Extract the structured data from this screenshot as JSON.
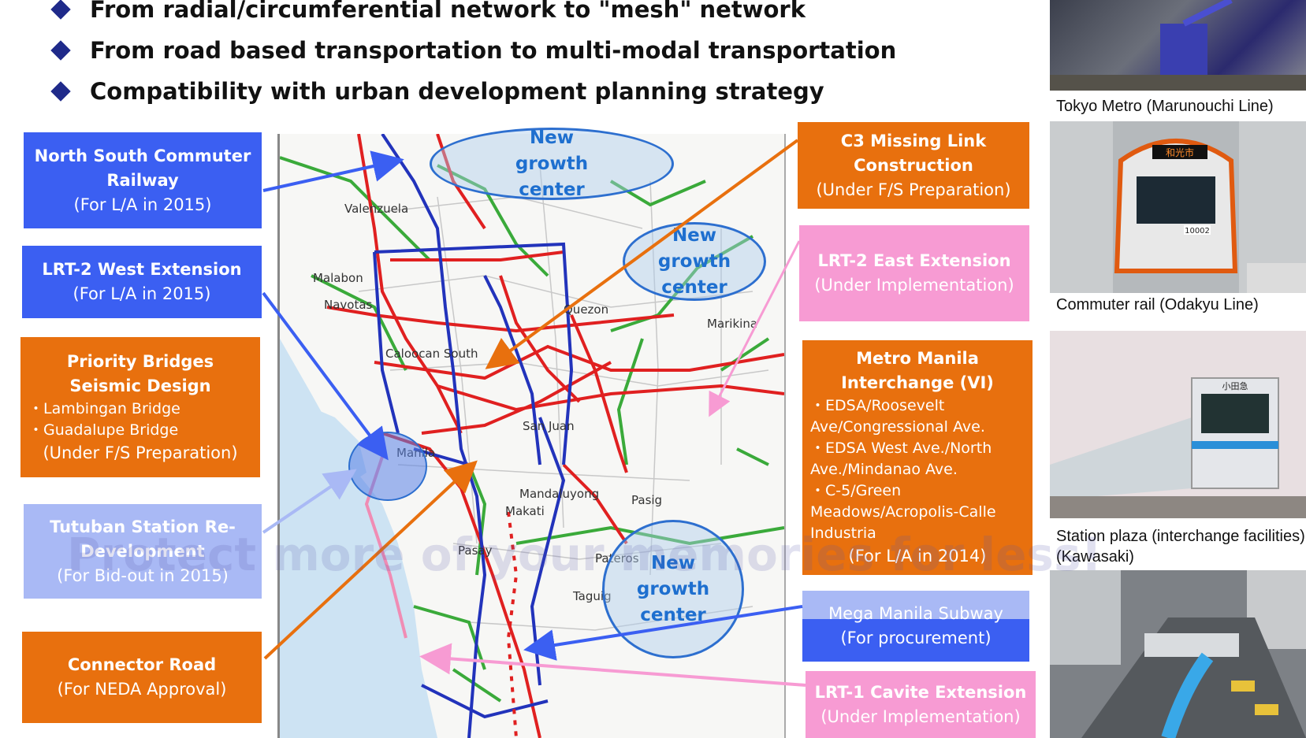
{
  "header": {
    "bullets": [
      "From radial/circumferential network to \"mesh\" network",
      "From road based transportation to multi-modal transportation",
      "Compatibility with urban development planning strategy"
    ]
  },
  "projects": {
    "nscr": {
      "title": "North South Commuter Railway",
      "status": "(For L/A in 2015)"
    },
    "lrt2west": {
      "title": "LRT-2 West Extension",
      "status": "(For L/A in 2015)"
    },
    "bridges": {
      "title": "Priority Bridges Seismic Design",
      "items": [
        "・Lambingan Bridge",
        "・Guadalupe Bridge"
      ],
      "status": "(Under F/S Preparation)"
    },
    "tutuban": {
      "title": "Tutuban Station Re-Development",
      "status": "(For Bid-out in 2015)"
    },
    "connector": {
      "title": "Connector Road",
      "status": "(For NEDA Approval)"
    },
    "c3": {
      "title": "C3 Missing Link Construction",
      "status": "(Under F/S Preparation)"
    },
    "lrt2east": {
      "title": "LRT-2 East Extension",
      "status": "(Under Implementation)"
    },
    "interchange": {
      "title": "Metro Manila Interchange (VI)",
      "items": [
        "・EDSA/Roosevelt Ave/Congressional Ave.",
        "・EDSA West Ave./North Ave./Mindanao Ave.",
        "・C-5/Green Meadows/Acropolis-Calle Industria"
      ],
      "status": "(For L/A in 2014)"
    },
    "subway": {
      "title": "Mega Manila Subway",
      "status": "(For procurement)"
    },
    "lrt1": {
      "title": "LRT-1 Cavite Extension",
      "status": "(Under Implementation)"
    }
  },
  "map": {
    "growth_centers": [
      "New growth center",
      "New growth center",
      "New growth center"
    ],
    "labels": [
      "Valenzuela",
      "Malabon",
      "Navotas",
      "Caloocan South",
      "Quezon",
      "Marikina",
      "Manila",
      "San Juan",
      "Mandaluyong",
      "Makati",
      "Pasig",
      "Pasay",
      "Pateros",
      "Taguig"
    ]
  },
  "photos": {
    "captions": [
      "Tokyo Metro (Marunouchi Line)",
      "Commuter rail (Odakyu Line)",
      "Station plaza (interchange facilities) (Kawasaki)"
    ],
    "train_signs": [
      "和光市",
      "10002",
      "小田急"
    ]
  },
  "watermark": "Protect more of your memories for less!",
  "colors": {
    "blue": "#3b5ff2",
    "orange": "#e8700e",
    "light_blue": "#a9b9f5",
    "pink": "#f79bd3",
    "bullet": "#1f2a8a",
    "growth_center": "#1e6fcf"
  }
}
